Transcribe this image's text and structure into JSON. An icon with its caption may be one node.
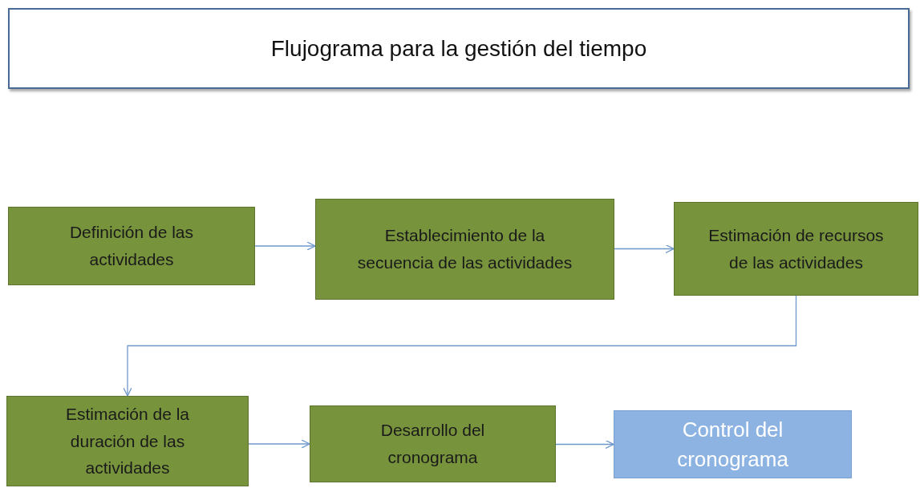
{
  "diagram": {
    "title": "Flujograma para la gestión del tiempo",
    "nodes": [
      {
        "text": [
          "Definición de las actividades"
        ]
      },
      {
        "text": [
          "Establecimiento de la secuencia de las actividades"
        ]
      },
      {
        "text": [
          "Estimación de recursos de las actividades"
        ]
      },
      {
        "text": [
          "Estimación de la duración de las actividades"
        ]
      },
      {
        "text": [
          "Desarrollo del cronograma"
        ]
      },
      {
        "text": [
          "Control del cronograma"
        ]
      }
    ],
    "edges": [
      {
        "from": 0,
        "to": 1,
        "arrow": "to"
      },
      {
        "from": 1,
        "to": 2,
        "arrow": "to"
      },
      {
        "from": 2,
        "to": 3,
        "arrow": "to"
      },
      {
        "from": 3,
        "to": 4,
        "arrow": "to"
      },
      {
        "from": 4,
        "to": 5,
        "arrow": "to"
      }
    ]
  }
}
